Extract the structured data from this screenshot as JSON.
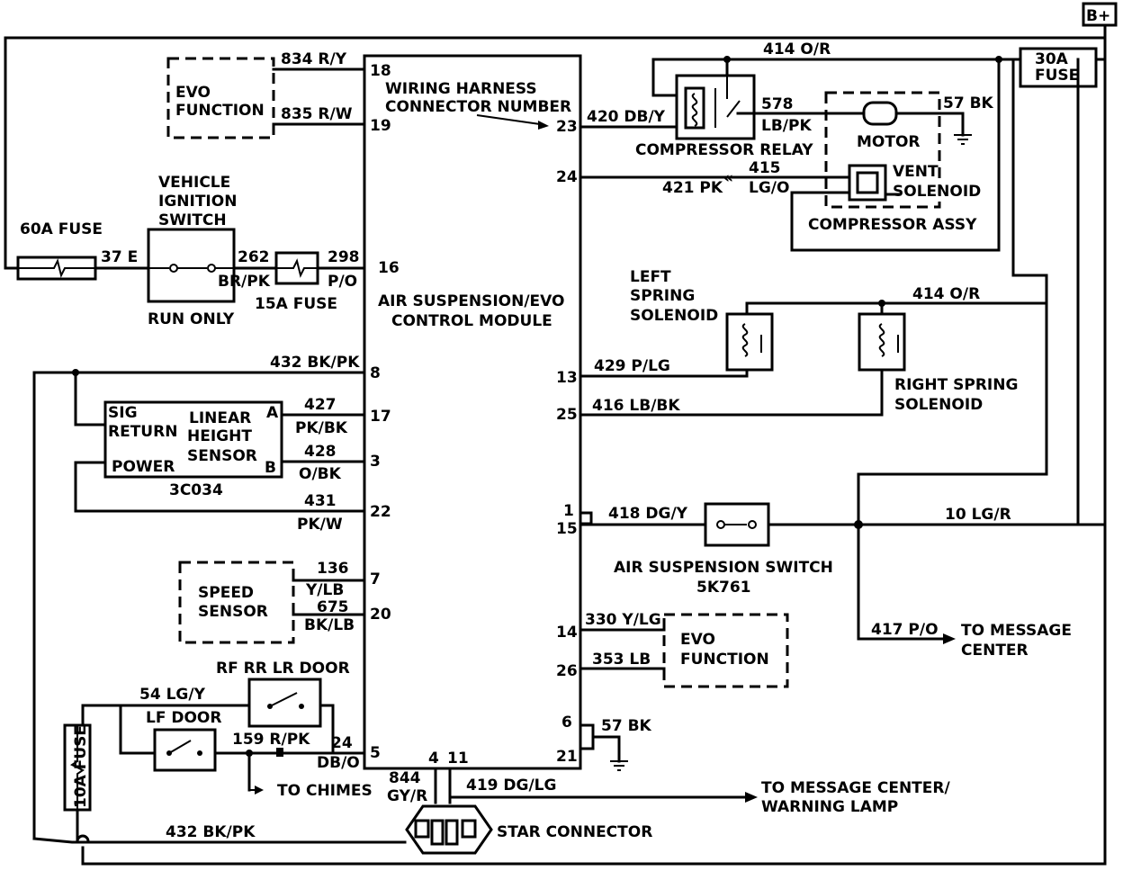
{
  "battery": "B+",
  "module": {
    "line1": "AIR SUSPENSION/EVO",
    "line2": "CONTROL MODULE"
  },
  "harness_note": {
    "line1": "WIRING HARNESS",
    "line2": "CONNECTOR NUMBER"
  },
  "pins": {
    "p18": "18",
    "p19": "19",
    "p23": "23",
    "p24": "24",
    "p16": "16",
    "p8": "8",
    "p17": "17",
    "p3": "3",
    "p22": "22",
    "p7": "7",
    "p20": "20",
    "p5": "5",
    "p4": "4",
    "p11": "11",
    "p13": "13",
    "p25": "25",
    "p1": "1",
    "p15": "15",
    "p14": "14",
    "p26": "26",
    "p6": "6",
    "p21": "21"
  },
  "wires": {
    "w834": "834 R/Y",
    "w835": "835 R/W",
    "w420": "420 DB/Y",
    "w414a": "414 O/R",
    "w578a": "578",
    "w578b": "LB/PK",
    "w57a": "57 BK",
    "w415a": "415",
    "w415b": "LG/O",
    "w421": "421 PK",
    "w37": "37 E",
    "w262a": "262",
    "w262b": "BR/PK",
    "w298a": "298",
    "w298b": "P/O",
    "w432a": "432 BK/PK",
    "w427a": "427",
    "w427b": "PK/BK",
    "w428a": "428",
    "w428b": "O/BK",
    "w431a": "431",
    "w431b": "PK/W",
    "w136a": "136",
    "w136b": "Y/LB",
    "w675a": "675",
    "w675b": "BK/LB",
    "w54": "54 LG/Y",
    "w159": "159 R/PK",
    "w24a": "24",
    "w24b": "DB/O",
    "w844a": "844",
    "w844b": "GY/R",
    "w419": "419 DG/LG",
    "w432b": "432 BK/PK",
    "w429": "429 P/LG",
    "w416": "416 LB/BK",
    "w414b": "414 O/R",
    "w418": "418 DG/Y",
    "w10": "10 LG/R",
    "w417": "417 P/O",
    "w330": "330 Y/LG",
    "w353": "353 LB",
    "w57b": "57 BK"
  },
  "components": {
    "evo_top": {
      "line1": "EVO",
      "line2": "FUNCTION"
    },
    "ignition": {
      "line1": "VEHICLE",
      "line2": "IGNITION",
      "line3": "SWITCH",
      "note": "RUN ONLY"
    },
    "fuse60": "60A FUSE",
    "fuse15": "15A FUSE",
    "fuse30": {
      "line1": "30A",
      "line2": "FUSE"
    },
    "fuse10": "10A FUSE",
    "compressor_relay": "COMPRESSOR RELAY",
    "motor": "MOTOR",
    "vent": {
      "line1": "VENT",
      "line2": "SOLENOID"
    },
    "compressor_assy": "COMPRESSOR ASSY",
    "left_spring": {
      "line1": "LEFT",
      "line2": "SPRING",
      "line3": "SOLENOID"
    },
    "right_spring": {
      "line1": "RIGHT SPRING",
      "line2": "SOLENOID"
    },
    "height_sensor": {
      "sig": "SIG",
      "ret": "RETURN",
      "power": "POWER",
      "l1": "LINEAR",
      "l2": "HEIGHT",
      "l3": "SENSOR",
      "a": "A",
      "b": "B",
      "part": "3C034"
    },
    "speed": {
      "line1": "SPEED",
      "line2": "SENSOR"
    },
    "rf_door": "RF RR LR DOOR",
    "lf_door": "LF DOOR",
    "chimes": "TO CHIMES",
    "star": "STAR CONNECTOR",
    "msg_warn": {
      "line1": "TO MESSAGE CENTER/",
      "line2": "WARNING LAMP"
    },
    "air_switch": {
      "line1": "AIR SUSPENSION SWITCH",
      "line2": "5K761"
    },
    "msg_center": {
      "line1": "TO MESSAGE",
      "line2": "CENTER"
    },
    "evo_bottom": {
      "line1": "EVO",
      "line2": "FUNCTION"
    }
  }
}
